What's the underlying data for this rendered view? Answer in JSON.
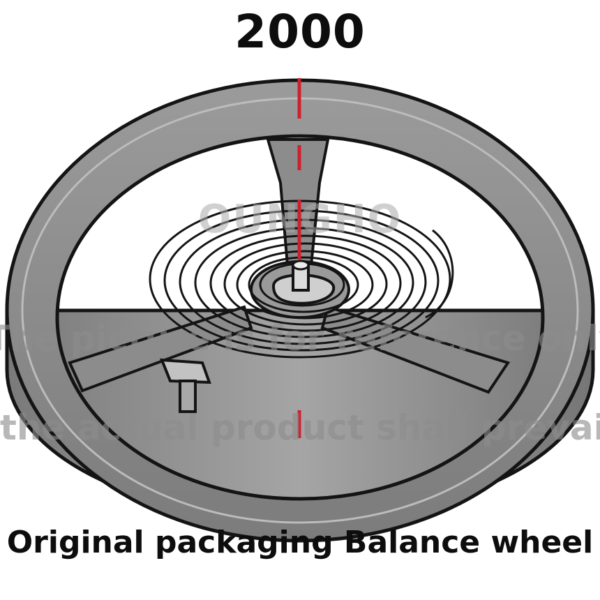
{
  "heading": "2000",
  "caption": "Original packaging Balance wheel",
  "watermark": {
    "brand": "OUNGHO",
    "line1": "The picture is for reference only",
    "line2": "the actual product shall prevail"
  },
  "colors": {
    "rim": "#8a8a8a",
    "rim_dark": "#5a5a5a",
    "outline": "#141414",
    "axis_line": "#d0202e",
    "background": "#ffffff"
  }
}
